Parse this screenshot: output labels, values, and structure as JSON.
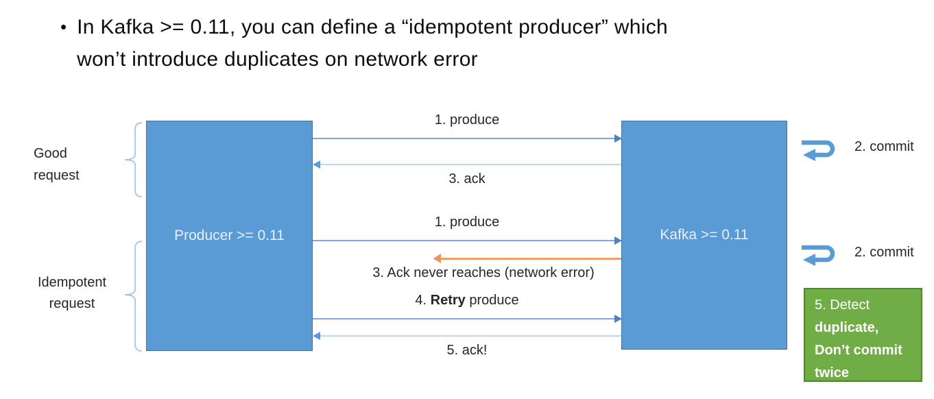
{
  "title": {
    "bullet": "•",
    "line1": "In Kafka >= 0.11, you can define a “idempotent producer” which",
    "line2": "won’t introduce duplicates on network error"
  },
  "actors": {
    "producer": "Producer >= 0.11",
    "kafka": "Kafka >= 0.11"
  },
  "group_labels": {
    "good": {
      "line1": "Good",
      "line2": "request"
    },
    "idempotent": {
      "line1": "Idempotent",
      "line2": "request"
    }
  },
  "messages": {
    "produce1": "1. produce",
    "ack1": "3. ack",
    "produce2": "1. produce",
    "ack_never": "3. Ack never reaches (network error)",
    "retry_prefix": "4. ",
    "retry_bold": "Retry",
    "retry_suffix": " produce",
    "ack2": "5. ack!"
  },
  "commits": {
    "first": "2. commit",
    "second": "2. commit"
  },
  "detect_box": {
    "line1": "5. Detect",
    "line2": "duplicate,",
    "line3": "Don’t commit",
    "line4": "twice"
  },
  "colors": {
    "actor_fill": "#5B9BD5",
    "actor_border": "#41719C",
    "produce_line": "#7FA8D9",
    "ack_line": "#BDD7EE",
    "arrowhead_blue": "#4E81BD",
    "error_arrow": "#EDA167",
    "brace": "#9DC3E6",
    "detect_fill": "#70AD47",
    "detect_border": "#548235",
    "commit_icon": "#5B9BD5",
    "text_dark": "#262626"
  }
}
